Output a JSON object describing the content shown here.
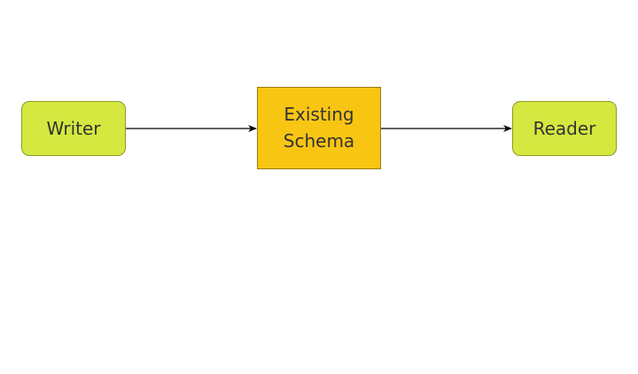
{
  "diagram": {
    "nodes": {
      "writer": {
        "label": "Writer",
        "fill": "#d4e83f"
      },
      "schema": {
        "label": "Existing\nSchema",
        "fill": "#f9c513"
      },
      "reader": {
        "label": "Reader",
        "fill": "#d4e83f"
      }
    },
    "edges": [
      {
        "from": "writer",
        "to": "schema"
      },
      {
        "from": "schema",
        "to": "reader"
      }
    ],
    "edge_color": "#000000"
  }
}
